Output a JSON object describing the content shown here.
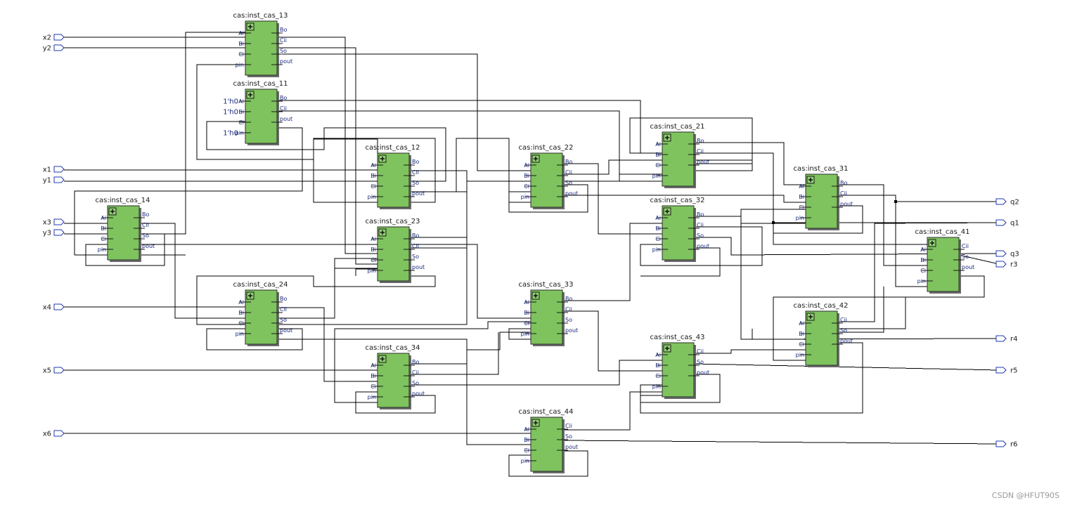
{
  "colors": {
    "block_fill": "#7ec35e",
    "port_stroke": "#1f38b0",
    "wire": "#000000",
    "pin_label": "#1a2a7a"
  },
  "watermark": "CSDN @HFUT90S",
  "input_ports": [
    {
      "name": "x2"
    },
    {
      "name": "y2"
    },
    {
      "name": "x1"
    },
    {
      "name": "y1"
    },
    {
      "name": "x3"
    },
    {
      "name": "y3"
    },
    {
      "name": "x4"
    },
    {
      "name": "x5"
    },
    {
      "name": "x6"
    }
  ],
  "output_ports": [
    {
      "name": "q2"
    },
    {
      "name": "q1"
    },
    {
      "name": "q3"
    },
    {
      "name": "r3"
    },
    {
      "name": "r4"
    },
    {
      "name": "r5"
    },
    {
      "name": "r6"
    }
  ],
  "blocks": [
    {
      "id": "b13",
      "title": "cas:inst_cas_13",
      "inputs": [
        "Ai",
        "Bi",
        "Ci",
        "pin"
      ],
      "outputs": [
        "Bo",
        "Cii",
        "So",
        "pout"
      ]
    },
    {
      "id": "b11",
      "title": "cas:inst_cas_11",
      "inputs": [
        "Ai",
        "Bi",
        "Ci",
        "pin"
      ],
      "outputs": [
        "Bo",
        "Cii",
        "pout"
      ],
      "constants": {
        "Ai": "1'h0",
        "Bi": "1'h0",
        "pin": "1'h0"
      }
    },
    {
      "id": "b12",
      "title": "cas:inst_cas_12",
      "inputs": [
        "Ai",
        "Bi",
        "Ci",
        "pin"
      ],
      "outputs": [
        "Bo",
        "Cii",
        "So",
        "pout"
      ]
    },
    {
      "id": "b14",
      "title": "cas:inst_cas_14",
      "inputs": [
        "Ai",
        "Bi",
        "Ci",
        "pin"
      ],
      "outputs": [
        "Bo",
        "Cii",
        "So",
        "pout"
      ]
    },
    {
      "id": "b23",
      "title": "cas:inst_cas_23",
      "inputs": [
        "Ai",
        "Bi",
        "Ci",
        "pin"
      ],
      "outputs": [
        "Bo",
        "Cii",
        "So",
        "pout"
      ]
    },
    {
      "id": "b24",
      "title": "cas:inst_cas_24",
      "inputs": [
        "Ai",
        "Bi",
        "Ci",
        "pin"
      ],
      "outputs": [
        "Bo",
        "Cii",
        "So",
        "pout"
      ]
    },
    {
      "id": "b22",
      "title": "cas:inst_cas_22",
      "inputs": [
        "Ai",
        "Bi",
        "Ci",
        "pin"
      ],
      "outputs": [
        "Bo",
        "Cii",
        "So",
        "pout"
      ]
    },
    {
      "id": "b21",
      "title": "cas:inst_cas_21",
      "inputs": [
        "Ai",
        "Bi",
        "Ci",
        "pin"
      ],
      "outputs": [
        "Bo",
        "Cii",
        "pout"
      ]
    },
    {
      "id": "b33",
      "title": "cas:inst_cas_33",
      "inputs": [
        "Ai",
        "Bi",
        "Ci",
        "pin"
      ],
      "outputs": [
        "Bo",
        "Cii",
        "So",
        "pout"
      ]
    },
    {
      "id": "b34",
      "title": "cas:inst_cas_34",
      "inputs": [
        "Ai",
        "Bi",
        "Ci",
        "pin"
      ],
      "outputs": [
        "Bo",
        "Cii",
        "So",
        "pout"
      ]
    },
    {
      "id": "b44",
      "title": "cas:inst_cas_44",
      "inputs": [
        "Ai",
        "Bi",
        "Ci",
        "pin"
      ],
      "outputs": [
        "Cii",
        "So",
        "pout"
      ]
    },
    {
      "id": "b32",
      "title": "cas:inst_cas_32",
      "inputs": [
        "Ai",
        "Bi",
        "Ci",
        "pin"
      ],
      "outputs": [
        "Bo",
        "Cii",
        "So",
        "pout"
      ]
    },
    {
      "id": "b43",
      "title": "cas:inst_cas_43",
      "inputs": [
        "Ai",
        "Bi",
        "Ci",
        "pin"
      ],
      "outputs": [
        "Cii",
        "So",
        "pout"
      ]
    },
    {
      "id": "b31",
      "title": "cas:inst_cas_31",
      "inputs": [
        "Ai",
        "Bi",
        "Ci",
        "pin"
      ],
      "outputs": [
        "Bo",
        "Cii",
        "pout"
      ]
    },
    {
      "id": "b42",
      "title": "cas:inst_cas_42",
      "inputs": [
        "Ai",
        "Bi",
        "Ci",
        "pin"
      ],
      "outputs": [
        "Cii",
        "So",
        "pout"
      ]
    },
    {
      "id": "b41",
      "title": "cas:inst_cas_41",
      "inputs": [
        "Ai",
        "Bi",
        "Ci",
        "pin"
      ],
      "outputs": [
        "Cii",
        "So",
        "pout"
      ]
    }
  ]
}
